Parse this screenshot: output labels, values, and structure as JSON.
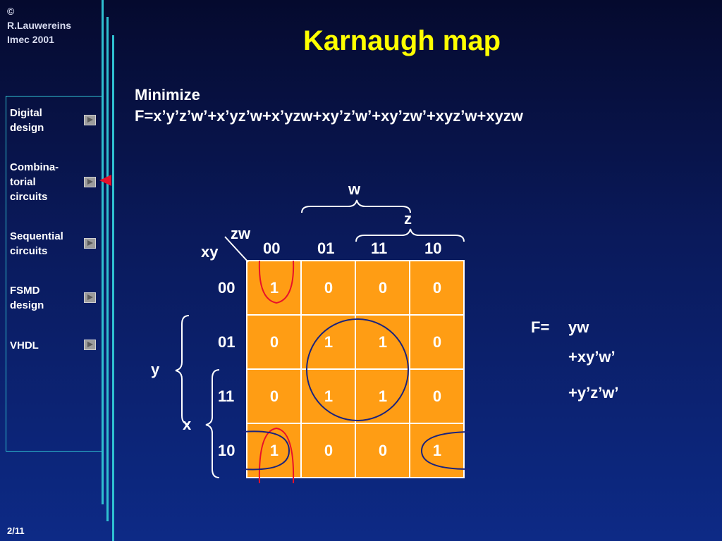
{
  "copyright": {
    "line1": "©",
    "line2": "R.Lauwereins",
    "line3": "Imec 2001"
  },
  "page_number": "2/11",
  "nav": {
    "items": [
      {
        "line1": "Digital",
        "line2": "design"
      },
      {
        "line1": "Combina-",
        "line2": "torial",
        "line3": "circuits"
      },
      {
        "line1": "Sequential",
        "line2": "circuits"
      },
      {
        "line1": "FSMD",
        "line2": "design"
      },
      {
        "line1": "VHDL"
      }
    ],
    "current_index": 1
  },
  "title": "Karnaugh map",
  "problem": {
    "line1": "Minimize",
    "line2": "F=x’y’z’w’+x’yz’w+x’yzw+xy’z’w’+xy’zw’+xyz’w+xyzw"
  },
  "kmap": {
    "col_var_label": "zw",
    "row_var_label": "xy",
    "w_brace_label": "w",
    "z_brace_label": "z",
    "y_brace_label": "y",
    "x_brace_label": "x",
    "col_headers": [
      "00",
      "01",
      "11",
      "10"
    ],
    "row_headers": [
      "00",
      "01",
      "11",
      "10"
    ],
    "cells": [
      [
        "1",
        "0",
        "0",
        "0"
      ],
      [
        "0",
        "1",
        "1",
        "0"
      ],
      [
        "0",
        "1",
        "1",
        "0"
      ],
      [
        "1",
        "0",
        "0",
        "1"
      ]
    ]
  },
  "result": {
    "label": "F=",
    "term1": "yw",
    "term2": "+xy’w’",
    "term3": "+y’z’w’"
  },
  "colors": {
    "title": "#ffff00",
    "map_fill": "#ff9d14",
    "accent_line": "#2fc0d0",
    "circle_red": "#e8102a",
    "circle_blue": "#1a237e"
  }
}
